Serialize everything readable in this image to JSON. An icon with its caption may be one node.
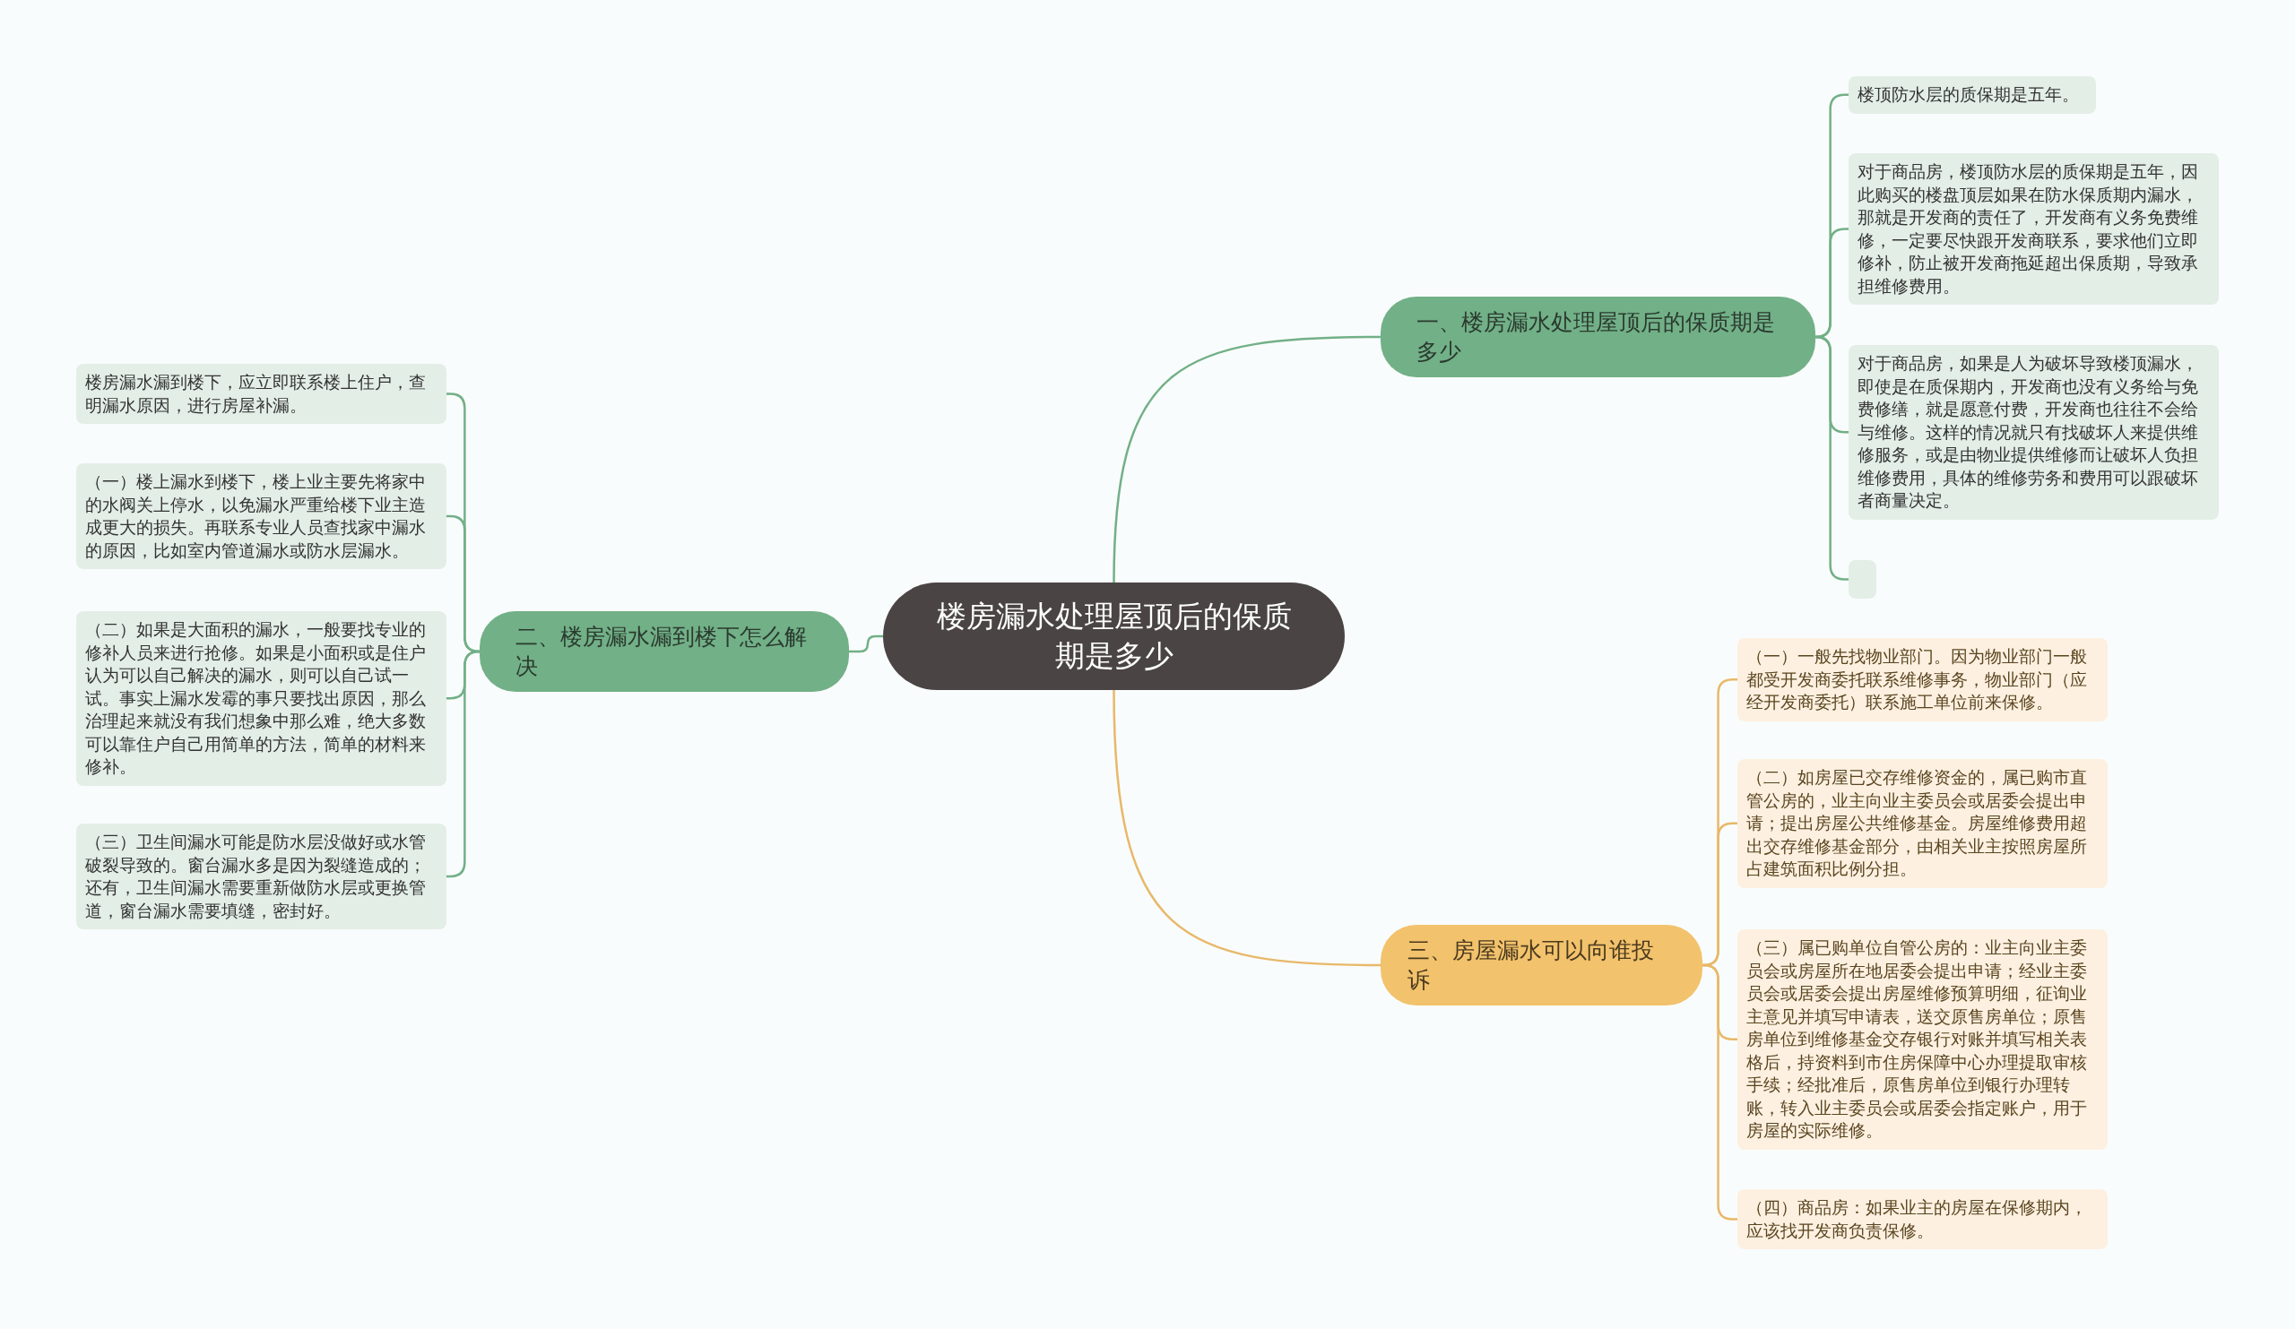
{
  "diagram": {
    "nodes": [
      {
        "text": [
          "楼房漏水处理屋顶后的保质期是多少"
        ]
      },
      {
        "text": [
          "一、楼房漏水处理屋顶后的保质期是多少"
        ]
      },
      {
        "text": [
          "楼顶防水层的质保期是五年。"
        ]
      },
      {
        "text": [
          "对于商品房，楼顶防水层的质保期是五年，因此购买的楼盘顶层如果在防水保质期内漏水，那就是开发商的责任了，开发商有义务免费维修，一定要尽快跟开发商联系，要求他们立即修补，防止被开发商拖延超出保质期，导致承担维修费用。"
        ]
      },
      {
        "text": [
          "对于商品房，如果是人为破坏导致楼顶漏水，即使是在质保期内，开发商也没有义务给与免费修缮，就是愿意付费，开发商也往往不会给与维修。这样的情况就只有找破坏人来提供维修服务，或是由物业提供维修而让破坏人负担维修费用，具体的维修劳务和费用可以跟破坏者商量决定。"
        ]
      },
      {
        "text": [],
        "shape": "box"
      },
      {
        "text": [
          "二、楼房漏水漏到楼下怎么解决"
        ]
      },
      {
        "text": [
          "楼房漏水漏到楼下，应立即联系楼上住户，查明漏水原因，进行房屋补漏。"
        ]
      },
      {
        "text": [
          "（一）楼上漏水到楼下，楼上业主要先将家中的水阀关上停水，以免漏水严重给楼下业主造成更大的损失。再联系专业人员查找家中漏水的原因，比如室内管道漏水或防水层漏水。"
        ]
      },
      {
        "text": [
          "（二）如果是大面积的漏水，一般要找专业的修补人员来进行抢修。如果是小面积或是住户认为可以自己解决的漏水，则可以自己试一试。事实上漏水发霉的事只要找出原因，那么治理起来就没有我们想象中那么难，绝大多数可以靠住户自己用简单的方法，简单的材料来修补。"
        ]
      },
      {
        "text": [
          "（三）卫生间漏水可能是防水层没做好或水管破裂导致的。窗台漏水多是因为裂缝造成的；还有，卫生间漏水需要重新做防水层或更换管道，窗台漏水需要填缝，密封好。"
        ]
      },
      {
        "text": [
          "三、房屋漏水可以向谁投诉"
        ]
      },
      {
        "text": [
          "（一）一般先找物业部门。因为物业部门一般都受开发商委托联系维修事务，物业部门（应经开发商委托）联系施工单位前来保修。"
        ]
      },
      {
        "text": [
          "（二）如房屋已交存维修资金的，属已购市直管公房的，业主向业主委员会或居委会提出申请；提出房屋公共维修基金。房屋维修费用超出交存维修基金部分，由相关业主按照房屋所占建筑面积比例分担。"
        ]
      },
      {
        "text": [
          "（三）属已购单位自管公房的：业主向业主委员会或房屋所在地居委会提出申请；经业主委员会或居委会提出房屋维修预算明细，征询业主意见并填写申请表，送交原售房单位；原售房单位到维修基金交存银行对账并填写相关表格后，持资料到市住房保障中心办理提取审核手续；经批准后，原售房单位到银行办理转账，转入业主委员会或居委会指定账户，用于房屋的实际维修。"
        ]
      },
      {
        "text": [
          "（四）商品房：如果业主的房屋在保修期内，应该找开发商负责保修。"
        ]
      }
    ],
    "edges": [
      {
        "from": 0,
        "to": 1,
        "arrow": "none"
      },
      {
        "from": 0,
        "to": 6,
        "arrow": "none"
      },
      {
        "from": 0,
        "to": 11,
        "arrow": "none",
        "color": "#e8b86a"
      },
      {
        "from": 1,
        "to": 2,
        "arrow": "none"
      },
      {
        "from": 1,
        "to": 3,
        "arrow": "none"
      },
      {
        "from": 1,
        "to": 4,
        "arrow": "none"
      },
      {
        "from": 1,
        "to": 5,
        "arrow": "none"
      },
      {
        "from": 6,
        "to": 7,
        "arrow": "none"
      },
      {
        "from": 6,
        "to": 8,
        "arrow": "none"
      },
      {
        "from": 6,
        "to": 9,
        "arrow": "none"
      },
      {
        "from": 6,
        "to": 10,
        "arrow": "none"
      },
      {
        "from": 11,
        "to": 12,
        "arrow": "none",
        "color": "#e8b86a"
      },
      {
        "from": 11,
        "to": 13,
        "arrow": "none",
        "color": "#e8b86a"
      },
      {
        "from": 11,
        "to": 14,
        "arrow": "none",
        "color": "#e8b86a"
      },
      {
        "from": 11,
        "to": 15,
        "arrow": "none",
        "color": "#e8b86a"
      }
    ]
  }
}
